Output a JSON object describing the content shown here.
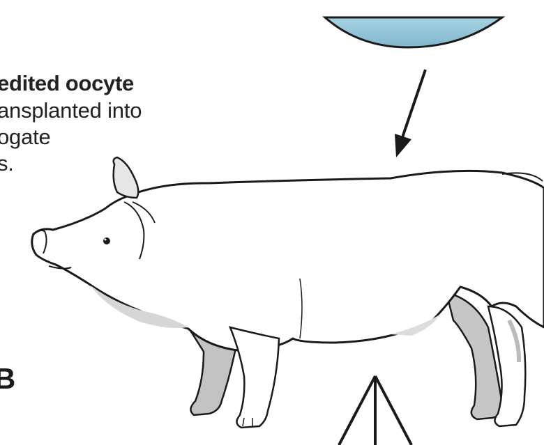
{
  "caption": {
    "title": "edited oocyte",
    "line1": "ansplanted into",
    "line2": "ogate",
    "line3": "s."
  },
  "step_label": "B",
  "colors": {
    "cell_fill": "#8ec3d8",
    "outline": "#1a1a1a",
    "shade": "#bdbdbd",
    "shade_dark": "#9a9a9a"
  }
}
